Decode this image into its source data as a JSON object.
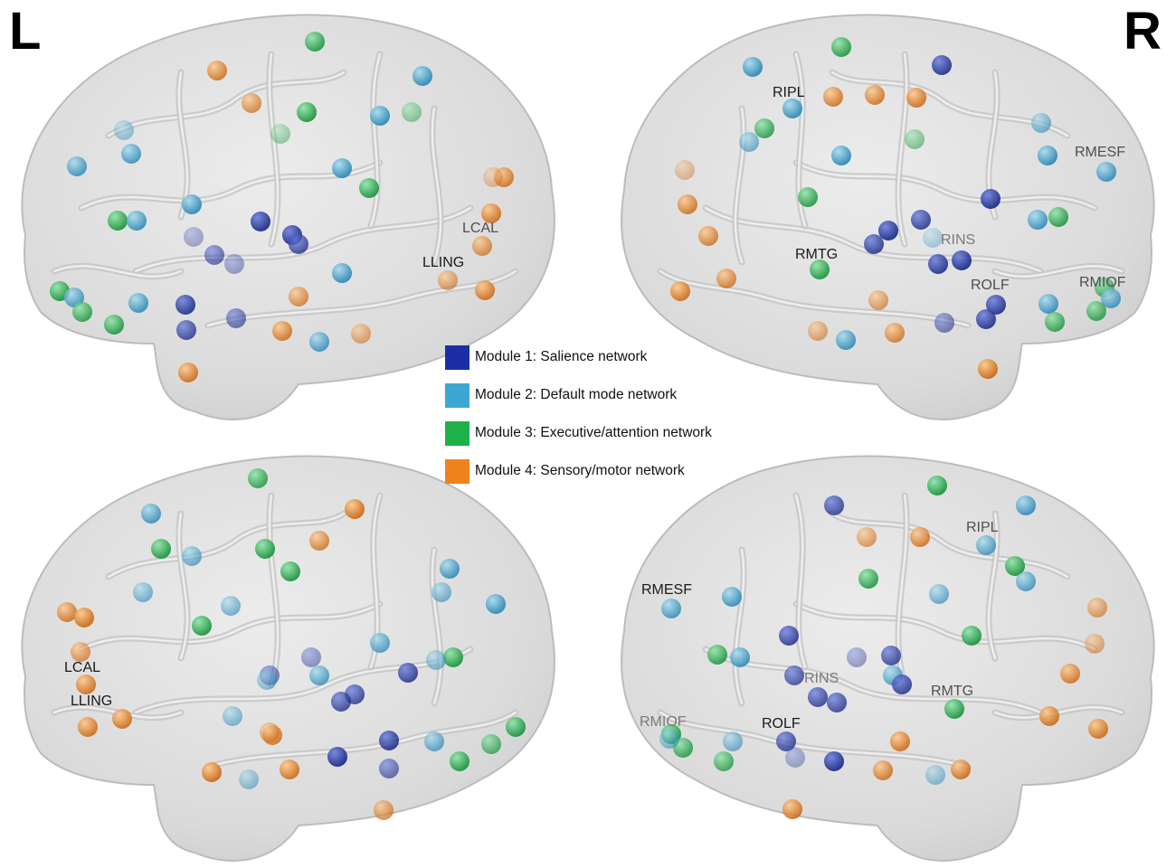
{
  "hemisphere_labels": {
    "left": "L",
    "right": "R"
  },
  "colors": {
    "module1": "#1a2fa6",
    "module2": "#3ea6d2",
    "module3": "#1eb14a",
    "module4": "#f0821c",
    "brain_fill": "#dcdcdc",
    "brain_edge": "#b9b9b9"
  },
  "legend": [
    {
      "module": 1,
      "label": "Module 1: Salience network",
      "color": "#1a2fa6"
    },
    {
      "module": 2,
      "label": "Module 2: Default mode network",
      "color": "#3ea6d2"
    },
    {
      "module": 3,
      "label": "Module 3: Executive/attention network",
      "color": "#1eb14a"
    },
    {
      "module": 4,
      "label": "Module 4: Sensory/motor network",
      "color": "#f0821c"
    }
  ],
  "views": [
    {
      "id": "left-lateral",
      "region_labels": [
        {
          "text": "LCAL",
          "shade": "mid"
        },
        {
          "text": "LLING",
          "shade": "dark"
        }
      ]
    },
    {
      "id": "right-lateral",
      "region_labels": [
        {
          "text": "RIPL",
          "shade": "dark"
        },
        {
          "text": "RMESF",
          "shade": "mid"
        },
        {
          "text": "RMTG",
          "shade": "dark"
        },
        {
          "text": "RINS",
          "shade": "light"
        },
        {
          "text": "ROLF",
          "shade": "mid"
        },
        {
          "text": "RMIOF",
          "shade": "mid"
        }
      ]
    },
    {
      "id": "left-medial",
      "region_labels": [
        {
          "text": "LCAL",
          "shade": "dark"
        },
        {
          "text": "LLING",
          "shade": "dark"
        }
      ]
    },
    {
      "id": "right-medial",
      "region_labels": [
        {
          "text": "RIPL",
          "shade": "mid"
        },
        {
          "text": "RMESF",
          "shade": "dark"
        },
        {
          "text": "RINS",
          "shade": "light"
        },
        {
          "text": "RMTG",
          "shade": "mid"
        },
        {
          "text": "RMIOF",
          "shade": "light"
        },
        {
          "text": "ROLF",
          "shade": "dark"
        }
      ]
    }
  ]
}
